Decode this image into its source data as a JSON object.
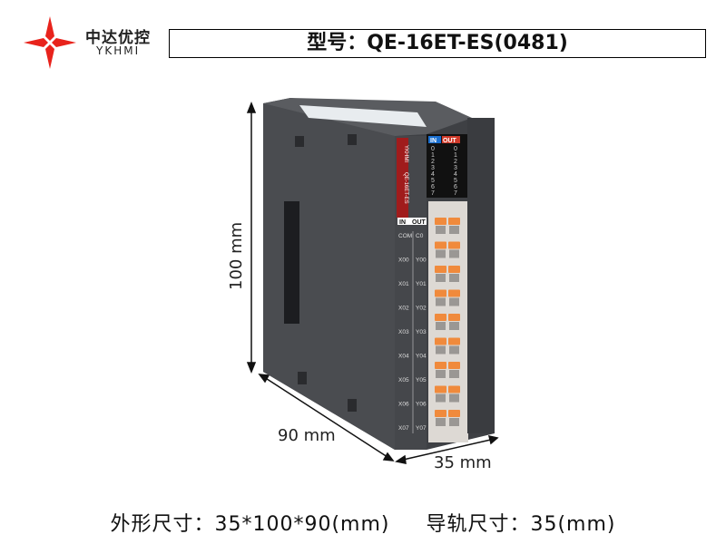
{
  "brand": {
    "name_cn": "中达优控",
    "name_en": "YKHMI",
    "logo_color": "#e8231c"
  },
  "model_title": "型号：QE-16ET-ES(0481)",
  "device": {
    "side_label_brand": "YKHMI",
    "side_label_model": "QE-16ET-ES",
    "led_header_in": "IN",
    "led_header_out": "OUT",
    "led_numbers": [
      "0",
      "1",
      "2",
      "3",
      "4",
      "5",
      "6",
      "7"
    ],
    "terminal_header_in": "IN",
    "terminal_header_out": "OUT",
    "inputs": [
      "COM",
      "X00",
      "X01",
      "X02",
      "X03",
      "X04",
      "X05",
      "X06",
      "X07"
    ],
    "outputs": [
      "C0",
      "Y00",
      "Y01",
      "Y02",
      "Y03",
      "Y04",
      "Y05",
      "Y06",
      "Y07"
    ],
    "colors": {
      "body": "#4a4c50",
      "accent_red": "#a01c1c",
      "terminal": "#f08a3c",
      "in_blue": "#1a6fd0",
      "out_red": "#d03a2a"
    }
  },
  "dimensions": {
    "height": "100 mm",
    "depth": "90 mm",
    "width": "35 mm"
  },
  "footer": {
    "outline": "外形尺寸：35*100*90(mm)",
    "rail": "导轨尺寸：35(mm)"
  }
}
